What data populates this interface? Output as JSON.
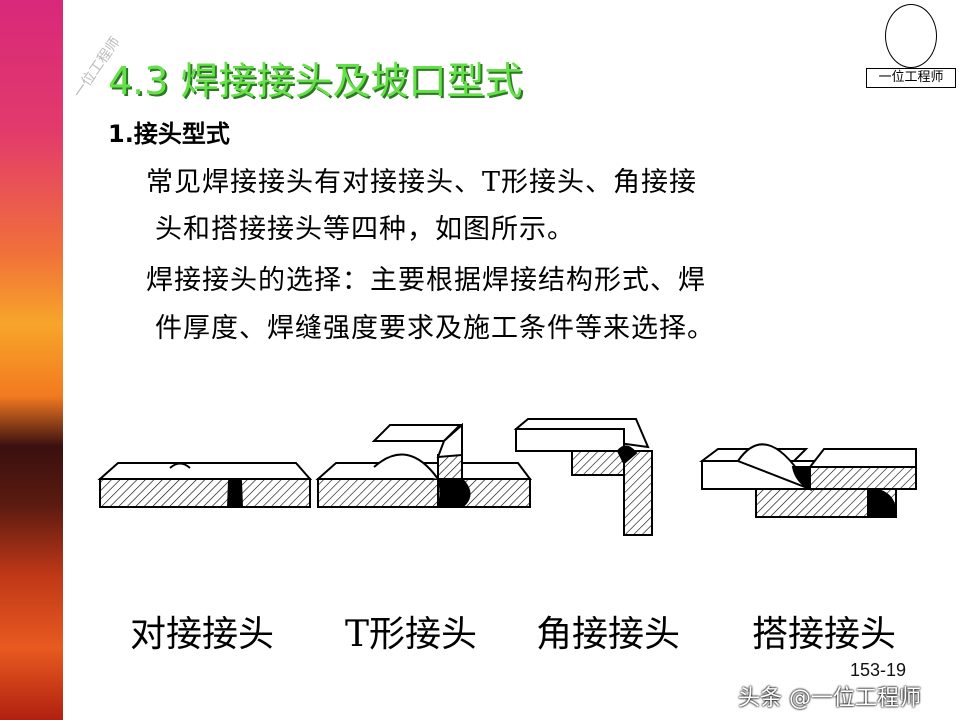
{
  "watermark": "一位工程师",
  "title": "4.3 焊接接头及坡口型式",
  "logo": {
    "text": "一位工程师"
  },
  "section": "1.接头型式",
  "paragraphs": [
    [
      "常见焊接接头有对接接头、T形接头、角接接",
      "头和搭接接头等四种，如图所示。"
    ],
    [
      "焊接接头的选择：主要根据焊接结构形式、焊",
      "件厚度、焊缝强度要求及施工条件等来选择。"
    ]
  ],
  "labels": [
    "对接接头",
    "T形接头",
    "角接接头",
    "搭接接头"
  ],
  "page_number": "153-19",
  "source": "头条 @一位工程师"
}
